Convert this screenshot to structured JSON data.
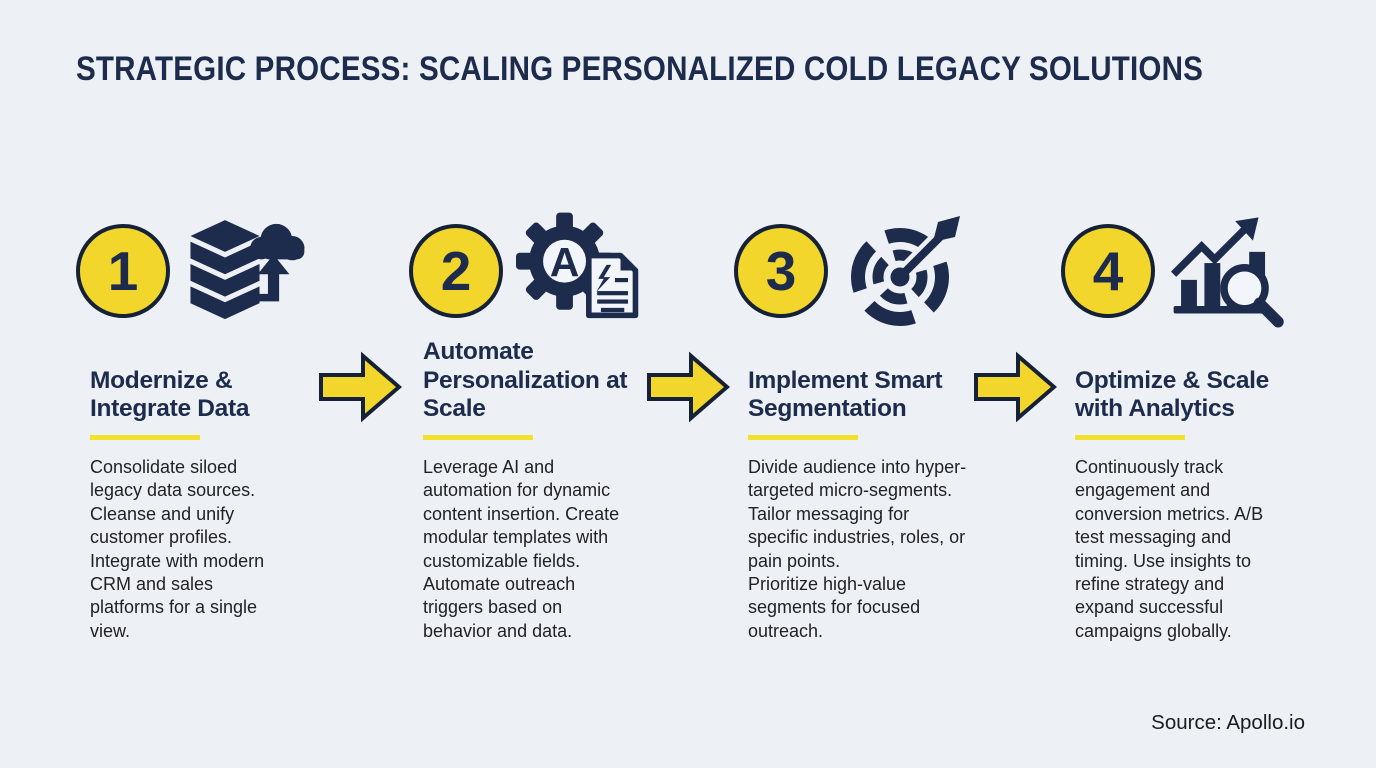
{
  "title": "STRATEGIC PROCESS: SCALING PERSONALIZED COLD LEGACY SOLUTIONS",
  "source": "Source: Apollo.io",
  "colors": {
    "background": "#edf1f6",
    "navy": "#1d2b4d",
    "stroke": "#152137",
    "yellow": "#f2d62c",
    "underline": "#f4e12c",
    "text": "#212225"
  },
  "gear_letter": "A",
  "steps": [
    {
      "number": "1",
      "icon": "database-cloud-migration-icon",
      "heading": "Modernize & Integrate Data",
      "description": "Consolidate siloed legacy data sources. Cleanse and unify customer profiles. Integrate with modern CRM and sales platforms for a single view."
    },
    {
      "number": "2",
      "icon": "gear-ai-document-icon",
      "heading": "Automate Personalization at Scale",
      "description": "Leverage AI and automation for dynamic content insertion. Create modular templates with customizable fields. Automate outreach triggers based on behavior and data."
    },
    {
      "number": "3",
      "icon": "target-dart-icon",
      "heading": "Implement Smart Segmentation",
      "description": "Divide audience into hyper-targeted micro-segments. Tailor messaging for specific industries, roles, or pain points.\nPrioritize high-value segments for focused outreach."
    },
    {
      "number": "4",
      "icon": "bar-chart-magnifier-icon",
      "heading": "Optimize & Scale with Analytics",
      "description": "Continuously track engagement and conversion metrics. A/B test messaging and timing. Use insights to refine strategy and expand successful campaigns globally."
    }
  ]
}
